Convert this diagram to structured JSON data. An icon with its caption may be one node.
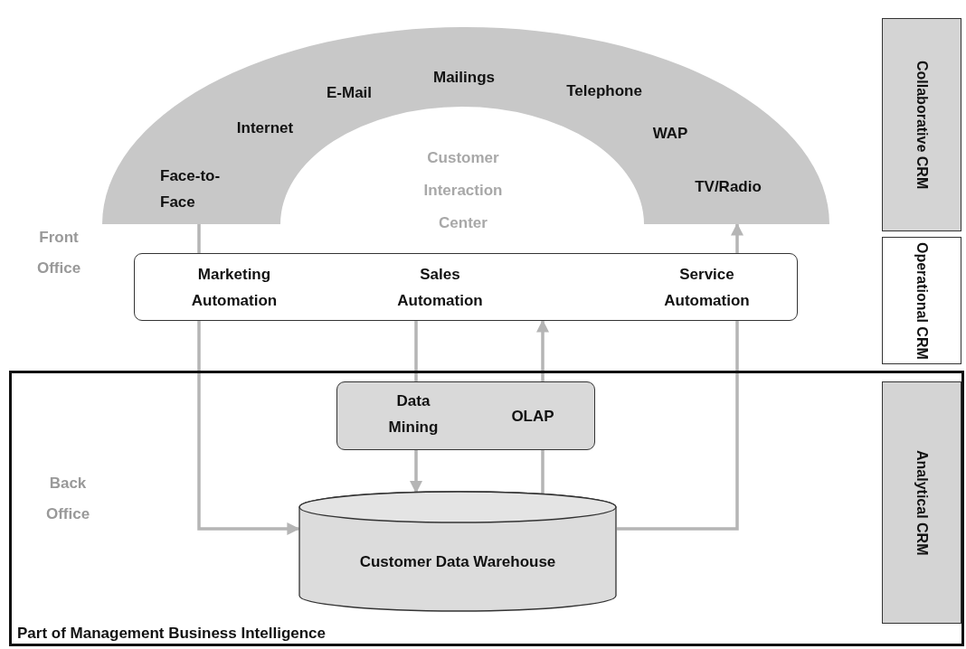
{
  "diagram": {
    "nodes": [
      {
        "text": [
          "Face-to-Face",
          "Internet",
          "E-Mail",
          "Mailings",
          "Customer Interaction Center",
          "Telephone",
          "WAP",
          "TV/Radio"
        ]
      },
      {
        "text": [
          "Marketing Automation",
          "Sales Automation",
          "Service Automation"
        ]
      },
      {
        "text": [
          "Collaborative CRM"
        ]
      },
      {
        "text": [
          "Operational CRM"
        ]
      },
      {
        "text": [
          "Part of Management Business Intelligence"
        ]
      },
      {
        "text": [
          "Data Mining",
          "OLAP"
        ],
        "in": 4
      },
      {
        "text": [
          "Customer Data Warehouse"
        ],
        "in": 4
      },
      {
        "text": [
          "Analytical CRM"
        ],
        "in": 4
      }
    ],
    "edges": [
      {
        "from": 0,
        "to": 1,
        "arrow": "none"
      },
      {
        "from": 1,
        "to": 6,
        "arrow": "to"
      },
      {
        "from": 1,
        "to": 5,
        "arrow": "none"
      },
      {
        "from": 5,
        "to": 6,
        "arrow": "to"
      },
      {
        "from": 6,
        "to": 5,
        "arrow": "none"
      },
      {
        "from": 5,
        "to": 1,
        "arrow": "to"
      },
      {
        "from": 6,
        "to": 1,
        "arrow": "none"
      },
      {
        "from": 1,
        "to": 0,
        "arrow": "to"
      }
    ],
    "labels": [
      "Front Office",
      "Back Office"
    ]
  }
}
